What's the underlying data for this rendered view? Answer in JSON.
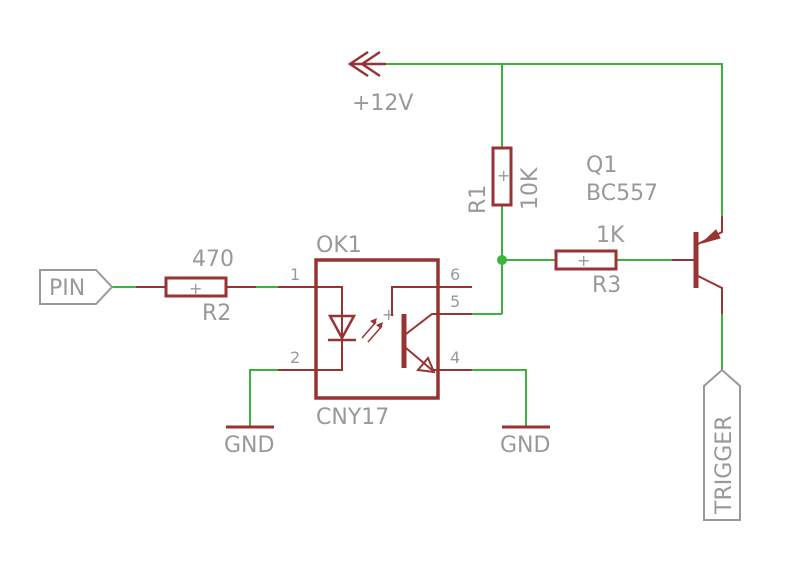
{
  "colors": {
    "wire": "#3cb33c",
    "component": "#993333",
    "label": "#999999",
    "background": "#ffffff"
  },
  "supply": {
    "label": "+12V",
    "icon": "supply-arrow-icon"
  },
  "ports": {
    "input": "PIN",
    "output": "TRIGGER"
  },
  "grounds": [
    "GND",
    "GND"
  ],
  "r1": {
    "name": "R1",
    "value": "10K"
  },
  "r2": {
    "name": "R2",
    "value": "470"
  },
  "r3": {
    "name": "R3",
    "value": "1K"
  },
  "resistor_mark": "+",
  "optocoupler": {
    "name": "OK1",
    "part": "CNY17",
    "pins": [
      "1",
      "2",
      "4",
      "5",
      "6"
    ],
    "diode_mark": "+"
  },
  "transistor": {
    "name": "Q1",
    "part": "BC557"
  }
}
